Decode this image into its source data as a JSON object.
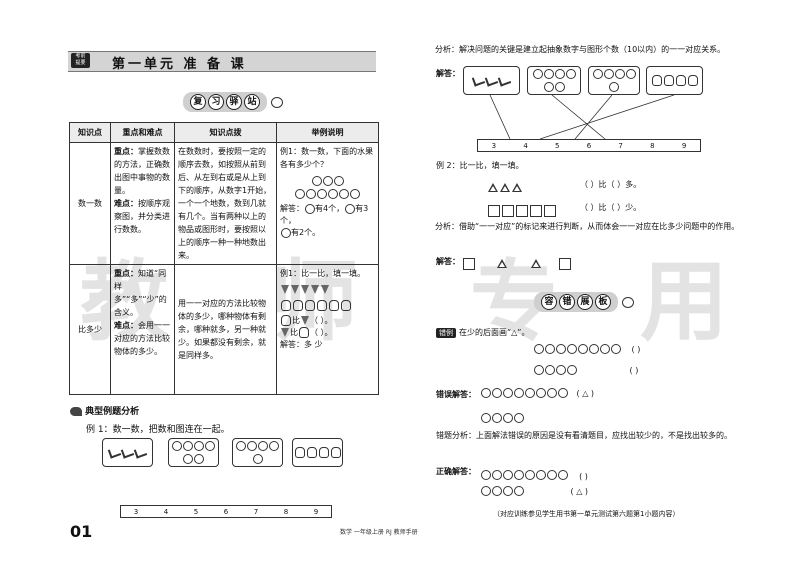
{
  "header": {
    "badge": "考前\n提要",
    "title": "第一单元   准 备 课"
  },
  "review_title": [
    "复",
    "习",
    "驿",
    "站"
  ],
  "table": {
    "headers": [
      "知识点",
      "重点和难点",
      "知识点拨",
      "举例说明"
    ],
    "rows": [
      {
        "topic": "数一数",
        "key_label": "重点：",
        "key_text": "掌握数数的方法，正确数出图中事物的数量。",
        "hard_label": "难点：",
        "hard_text": "按顺序观察图，并分类进行数数。",
        "tip": "在数数时，要按照一定的顺序去数，如按照从前到后、从左到右或是从上到下的顺序，从数字1开始，一个一个地数，数到几就有几个。当有两种以上的物品或图形时，要按照以上的顺序一种一种地数出来。",
        "example_q": "例1：数一数，下面的水果各有多少个？",
        "example_a1": "解答：",
        "example_a2": "有4个，",
        "example_a3": "有3个，",
        "example_a4": "有2个。"
      },
      {
        "topic": "比多少",
        "key_label": "重点：",
        "key_text": "知道“同样多”“多”“少”的含义。",
        "hard_label": "难点：",
        "hard_text": "会用一一对应的方法比较物体的多少。",
        "tip": "用一一对应的方法比较物体的多少，哪种物体有剩余，哪种就多，另一种就少。如果都没有剩余，就是同样多。",
        "example_q": "例1：比一比，填一填。",
        "example_b1": "比",
        "example_b2": "（    ）。",
        "example_ans": "解答：多    少"
      }
    ]
  },
  "typical_title": "典型例题分析",
  "example1_left": "例 1：数一数，把数和图连在一起。",
  "numbers_left": [
    "3",
    "4",
    "5",
    "6",
    "7",
    "8",
    "9"
  ],
  "numbers_right": [
    "3",
    "4",
    "5",
    "6",
    "7",
    "8",
    "9"
  ],
  "analysis1": "分析：解决问题的关键是建立起抽象数字与图形个数（10以内）的一一对应关系。",
  "answer_label": "解答：",
  "example2": "例 2：比一比，填一填。",
  "ex2_line1": "（    ）比（    ）多。",
  "ex2_line2": "（    ）比（    ）少。",
  "analysis2": "分析：借助“一一对应”的标记来进行判断，从而体会一一对应在比多少问题中的作用。",
  "answer2_label": "解答：",
  "error_title": [
    "容",
    "错",
    "展",
    "板"
  ],
  "error_tag": "错例",
  "error_q": "在少的后面画“△”。",
  "paren": "(          )",
  "wrong_label": "错误解答：",
  "wrong_mark": "( △ )",
  "err_analysis": "错题分析：上面解法错误的原因是没有看清题目，应找出较少的，不是找出较多的。",
  "right_label": "正确解答：",
  "right_mark": "( △ )",
  "reference": "（对应训练参见学生用书第一单元测试第六题第1小题内容）",
  "page_number": "01",
  "footer": "数学    一年级上册   RJ   教师手册",
  "watermark": [
    "教",
    "师",
    "专",
    "用"
  ]
}
